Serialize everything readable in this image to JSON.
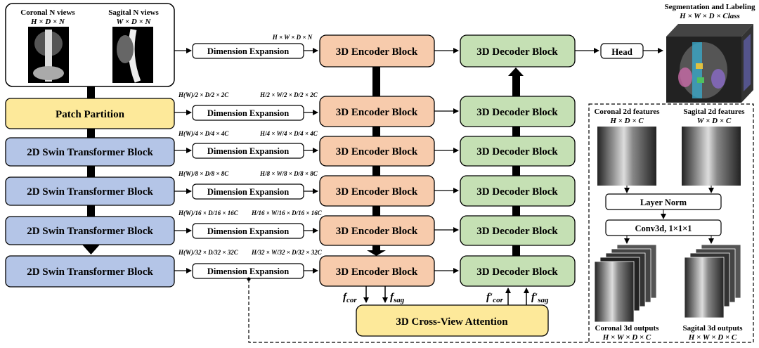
{
  "input_views": {
    "coronal_label": "Coronal N views",
    "coronal_dims": "H × D × N",
    "sagittal_label": "Sagital N views",
    "sagittal_dims": "W × D × N"
  },
  "patch_partition": "Patch Partition",
  "swin_block": "2D Swin Transformer Block",
  "dimension_expansion": "Dimension Expansion",
  "encoder_block": "3D Encoder Block",
  "decoder_block": "3D Decoder Block",
  "head": "Head",
  "cross_view_attention": "3D Cross-View Attention",
  "features": {
    "f_cor": "f",
    "f_cor_sub": "cor",
    "f_sag": "f",
    "f_sag_sub": "sag",
    "f_cor_prime": "f′",
    "f_sag_prime": "f′"
  },
  "shape_top": "H × W × D × N",
  "stages": [
    {
      "left": "H(W)/2 × D/2 × 2C",
      "right": "H/2 × W/2 × D/2 × 2C"
    },
    {
      "left": "H(W)/4 × D/4 × 4C",
      "right": "H/4 × W/4 × D/4 × 4C"
    },
    {
      "left": "H(W)/8 × D/8 × 8C",
      "right": "H/8 × W/8 × D/8 × 8C"
    },
    {
      "left": "H(W)/16 × D/16 × 16C",
      "right": "H/16 × W/16 × D/16 × 16C"
    },
    {
      "left": "H(W)/32 × D/32 × 32C",
      "right": "H/32 × W/32 × D/32 × 32C"
    }
  ],
  "output": {
    "title": "Segmentation and Labeling",
    "dims": "H × W × D × Class"
  },
  "detail_panel": {
    "coronal_2d": "Coronal 2d features",
    "coronal_2d_dims": "H × D × C",
    "sagittal_2d": "Sagital 2d features",
    "sagittal_2d_dims": "W × D × C",
    "layer_norm": "Layer Norm",
    "conv": "Conv3d, 1×1×1",
    "coronal_3d": "Coronal 3d outputs",
    "coronal_3d_dims": "H × W × D × C",
    "sagittal_3d": "Sagital 3d outputs",
    "sagittal_3d_dims": "H × W × D × C"
  },
  "colors": {
    "yellow": "#fde99a",
    "blue": "#b4c5e7",
    "orange": "#f7cbac",
    "green": "#c5e0b4"
  }
}
